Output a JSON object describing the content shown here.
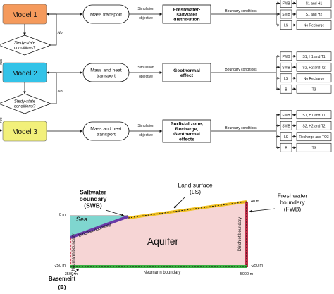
{
  "flow": {
    "models": [
      {
        "label": "Model 1",
        "color": "#f59a5c",
        "transport": "Mass transport",
        "effect": [
          "Freshwater-",
          "saltwater",
          "distribution"
        ],
        "bcs": [
          [
            "FWB",
            "S1 and H1"
          ],
          [
            "SWB",
            "S1 and H2"
          ],
          [
            "LS",
            "No Recharge"
          ]
        ]
      },
      {
        "label": "Model 2",
        "color": "#33c3e8",
        "transport": [
          "Mass and heat",
          "transport"
        ],
        "effect": [
          "Geothermal",
          "effect"
        ],
        "bcs": [
          [
            "FWB",
            "S1, H1 and T1"
          ],
          [
            "SWB",
            "S2, H2 and T2"
          ],
          [
            "LS",
            "No Recharge"
          ],
          [
            "B",
            "T3"
          ]
        ]
      },
      {
        "label": "Model 3",
        "color": "#f2f07a",
        "transport": [
          "Mass and heat",
          "transport"
        ],
        "effect": [
          "Surficial zone,",
          "Recharge,",
          "Geothermal",
          "effects"
        ],
        "bcs": [
          [
            "FWB",
            "S1, H1 and T1"
          ],
          [
            "SWB",
            "S2, H2 and T2"
          ],
          [
            "LS",
            "Recharge and TO3"
          ],
          [
            "B",
            "T3"
          ]
        ]
      }
    ],
    "simulation_label": "Simulation",
    "objective_label": "objective",
    "bc_label": "Boundary conditions",
    "steady_label": [
      "Stedy-state",
      "conditions?"
    ],
    "no_label": "No",
    "yes_label": "Yes"
  },
  "section": {
    "saltwater_label": [
      "Saltwater",
      "boundary",
      "(SWB)"
    ],
    "land_label": [
      "Land surface",
      "(LS)"
    ],
    "freshwater_label": [
      "Freshwater",
      "boundary",
      "(FWB)"
    ],
    "sea_label": "Sea",
    "aquifer_label": "Aquifer",
    "dirichlet_left": "Dirichlet boundary",
    "dirichlet_right": "Dirichlet boundary",
    "neumann_left": "Neumann boundary",
    "neumann_bottom": "Neumann boundary",
    "basement_label": "Basement",
    "panel_label": "(B)",
    "y_top_label": "0 m",
    "y_bottom_label": "-250 m",
    "y_right_top": "40 m",
    "y_right_bottom": "-250 m",
    "x_left_label": "-3500 m",
    "x_right_label": "5000 m",
    "colors": {
      "aquifer": "#f6d5d5",
      "sea": "#7fd6cf",
      "land": "#f0c020",
      "swb": "#6a3aa8",
      "fwb": "#c0304a",
      "basement": "#3cb043"
    }
  }
}
